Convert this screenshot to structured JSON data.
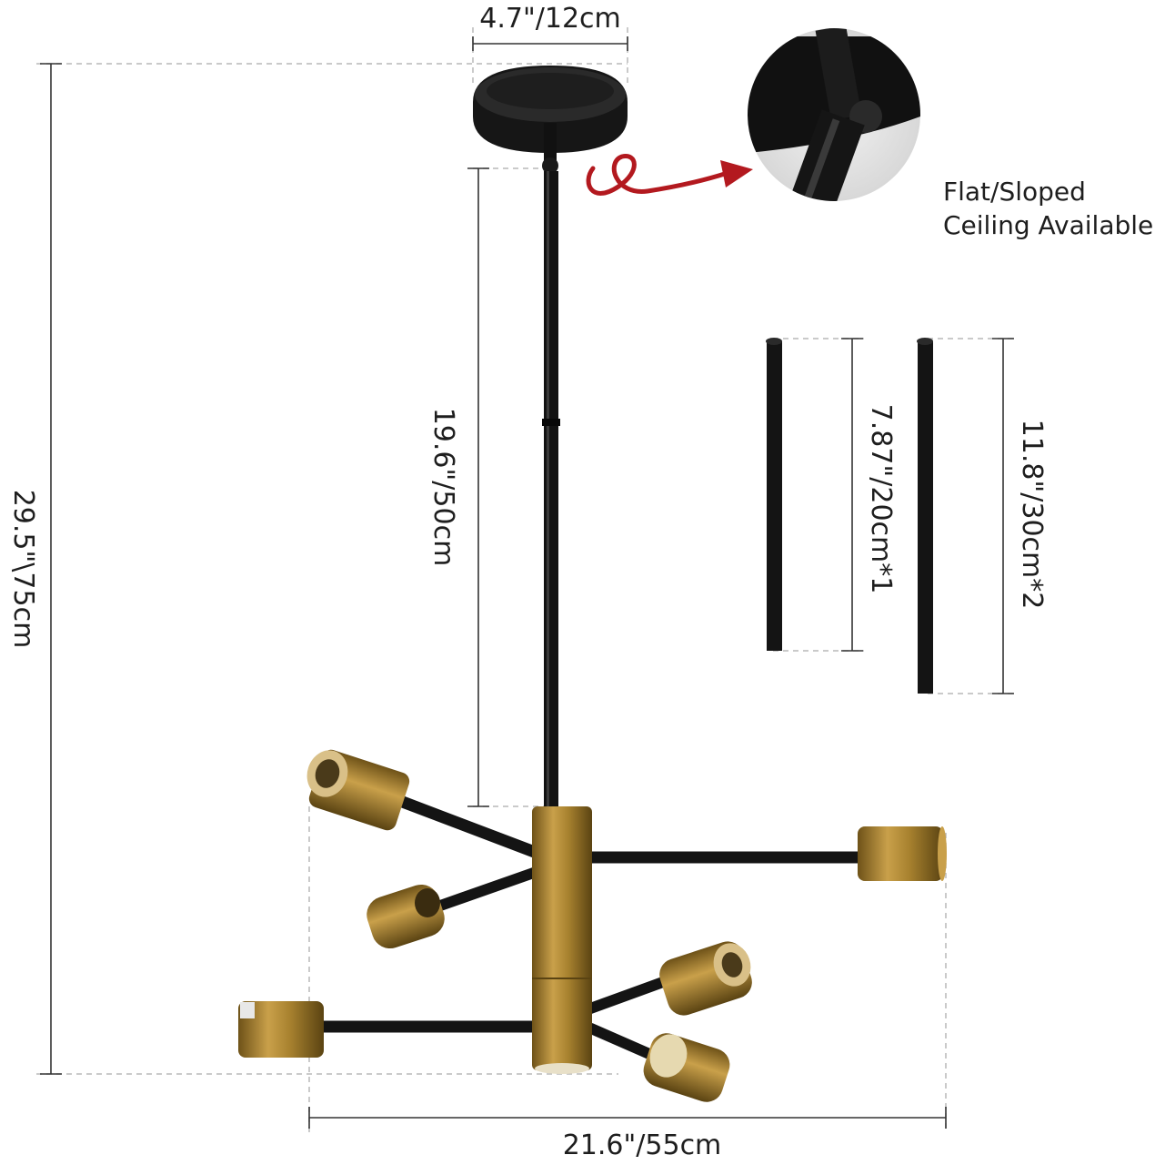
{
  "dimensions": {
    "canopy_width": "4.7\"/12cm",
    "total_height": "29.5\"\\75cm",
    "rod_length": "19.6\"/50cm",
    "overall_width": "21.6\"/55cm",
    "extension_rod_short": "7.87\"/20cm*1",
    "extension_rod_long": "11.8\"/30cm*2"
  },
  "ceiling_note": {
    "line1": "Flat/Sloped",
    "line2": "Ceiling Available"
  },
  "colors": {
    "finish_black": "#141414",
    "finish_brass": "#a8822f",
    "arrow": "#b3191f"
  }
}
